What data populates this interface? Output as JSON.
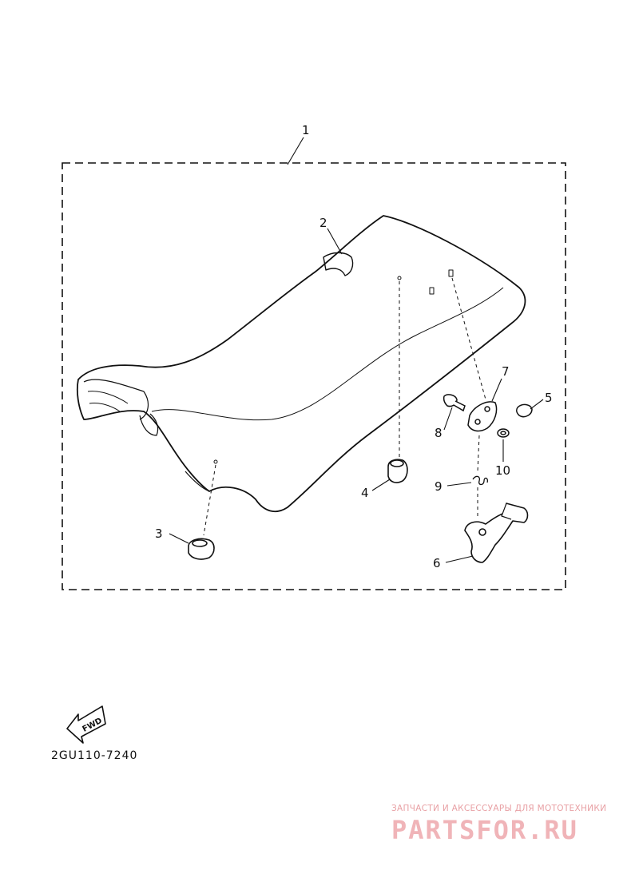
{
  "callouts": {
    "c1": "1",
    "c2": "2",
    "c3": "3",
    "c4": "4",
    "c5": "5",
    "c6": "6",
    "c7": "7",
    "c8": "8",
    "c9": "9",
    "c10": "10"
  },
  "fwd_label": "FWD",
  "diagram_code": "2GU110-7240",
  "watermark": {
    "tagline": "ЗАПЧАСТИ И АКСЕССУАРЫ ДЛЯ МОТОТЕХНИКИ",
    "brand": "PARTSFOR.RU"
  },
  "colors": {
    "line": "#111111",
    "watermark": "#f0b4b8"
  }
}
